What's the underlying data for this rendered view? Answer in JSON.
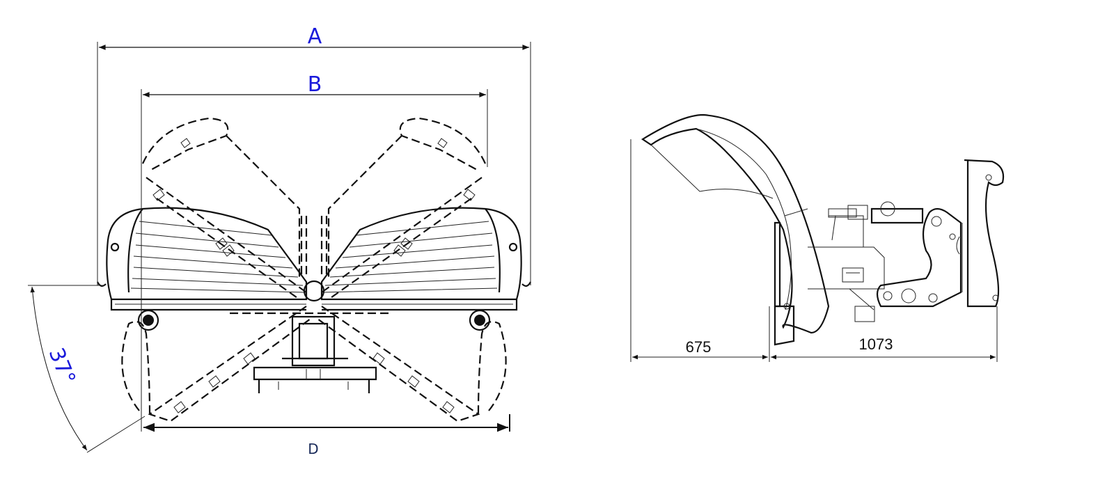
{
  "top_view": {
    "dimension_a_label": "A",
    "dimension_b_label": "B",
    "dimension_d_label": "D",
    "angle_label": "37°"
  },
  "side_view": {
    "front_length_label": "675",
    "rear_length_label": "1073"
  },
  "colors": {
    "label_blue": "#1a1adb",
    "label_dark": "#1a2b5a",
    "line": "#111111"
  }
}
